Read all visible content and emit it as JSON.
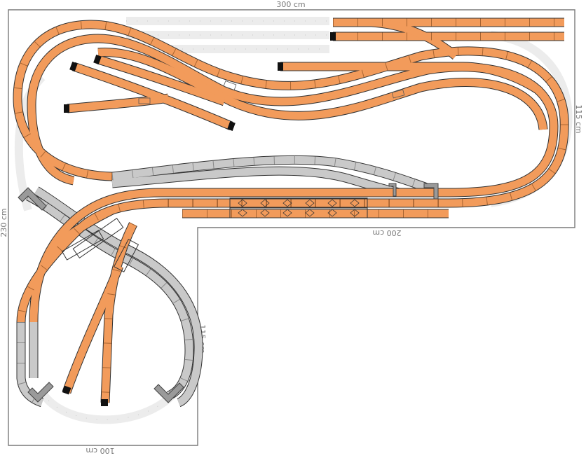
{
  "dimensions": {
    "top_width": "300 cm",
    "right_depth": "115 cm",
    "left_height": "230 cm",
    "inner_edge": "200 cm",
    "inner_depth": "115 cm",
    "bottom_width": "100 cm"
  },
  "colors": {
    "track_active": "#f29b5b",
    "track_secondary": "#c9c9c9",
    "track_outline": "#333333",
    "track_ghost": "#ececec",
    "baseboard_outline": "#7a7a7a",
    "bumper": "#111111"
  },
  "icons": [
    "bumper-icon",
    "platform-icon",
    "bridge-icon",
    "turnout-icon",
    "tunnel-portal-icon"
  ]
}
